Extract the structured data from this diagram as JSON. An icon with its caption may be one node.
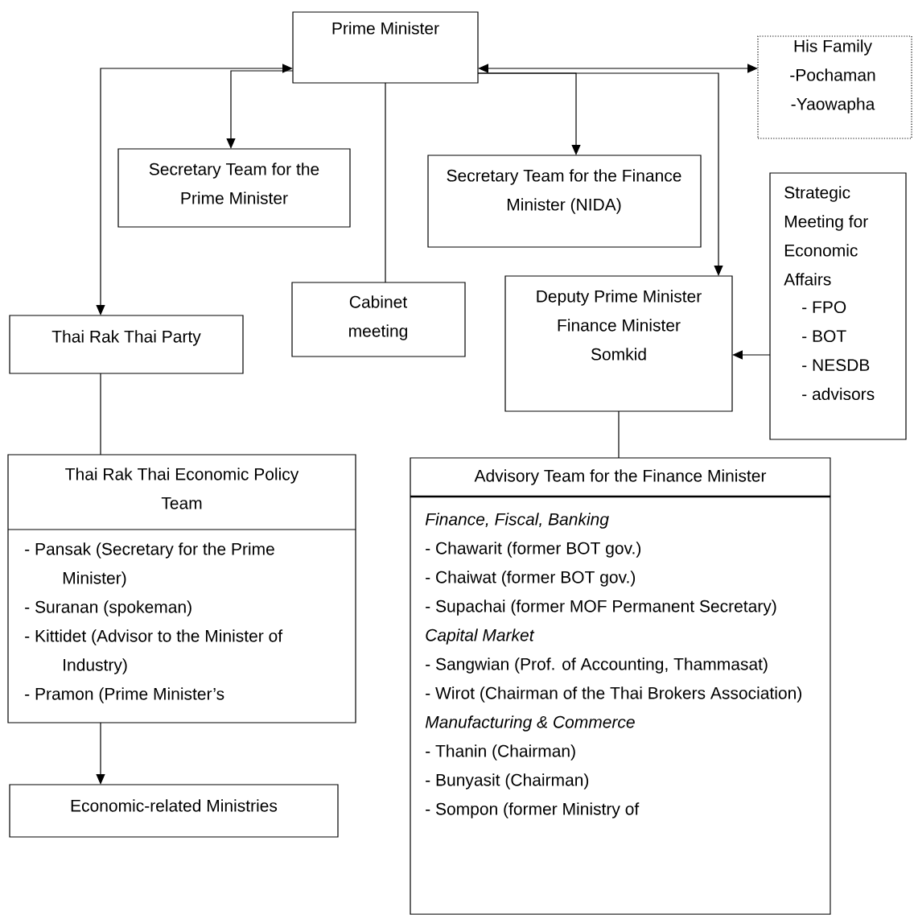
{
  "diagram": {
    "nodes": [
      {
        "text": [
          "Prime Minister"
        ]
      },
      {
        "text": [
          "His Family",
          "-Pochaman",
          "-Yaowapha"
        ]
      },
      {
        "text": [
          "Secretary Team for the Prime Minister"
        ]
      },
      {
        "text": [
          "Secretary Team for the Finance Minister (NIDA)"
        ]
      },
      {
        "text": [
          "Strategic Meeting for Economic Affairs",
          "- FPO",
          "- BOT",
          "- NESDB",
          "- advisors"
        ]
      },
      {
        "text": [
          "Cabinet meeting"
        ]
      },
      {
        "text": [
          "Thai Rak Thai Party"
        ]
      },
      {
        "text": [
          "Deputy Prime Minister",
          "Finance Minister",
          "Somkid"
        ]
      },
      {
        "text": [
          "Thai Rak Thai Economic Policy Team",
          "- Pansak (Secretary for the Prime Minister)",
          "- Suranan (spokeman)",
          "- Kittidet (Advisor to the Minister of Industry)",
          "- Pramon (Prime Minister’s"
        ]
      },
      {
        "text": [
          "Advisory Team for the Finance Minister",
          "Finance, Fiscal, Banking",
          "- Chawarit (former BOT gov.)",
          "- Chaiwat (former BOT gov.)",
          "- Supachai (former MOF Permanent Secretary)",
          "Capital Market",
          "- Sangwian (Prof. of Accounting, Thammasat)",
          "- Wirot (Chairman of the Thai Brokers Association)",
          "Manufacturing & Commerce",
          "- Thanin (Chairman)",
          "- Bunyasit (Chairman)",
          "- Sompon (former Ministry of"
        ]
      },
      {
        "text": [
          "Economic-related Ministries"
        ]
      }
    ],
    "edges": [
      {
        "from": 0,
        "to": 6,
        "arrow": "both"
      },
      {
        "from": 0,
        "to": 1,
        "arrow": "both"
      },
      {
        "from": 0,
        "to": 2,
        "arrow": "to"
      },
      {
        "from": 0,
        "to": 5,
        "arrow": "none"
      },
      {
        "from": 0,
        "to": 3,
        "arrow": "to"
      },
      {
        "from": 0,
        "to": 7,
        "arrow": "to"
      },
      {
        "from": 4,
        "to": 7,
        "arrow": "to"
      },
      {
        "from": 6,
        "to": 8,
        "arrow": "none"
      },
      {
        "from": 7,
        "to": 9,
        "arrow": "none"
      },
      {
        "from": 8,
        "to": 10,
        "arrow": "to"
      }
    ]
  }
}
